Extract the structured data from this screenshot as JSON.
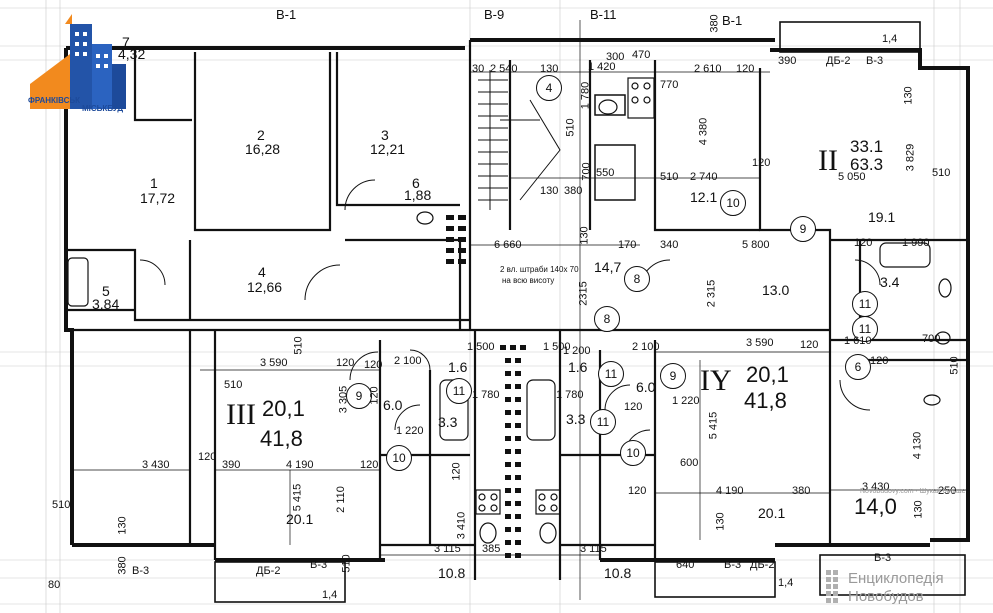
{
  "logo": {
    "line1": "ФРАНКІВСЬК",
    "line2": "МІСЬКБУД"
  },
  "watermark": {
    "line1": "Енциклопедія",
    "line2": "Новобудов",
    "credit": "Novobudovy.com · Шукай більше"
  },
  "axes": [
    {
      "id": "b9",
      "text": "В-9"
    },
    {
      "id": "b11",
      "text": "В-11"
    },
    {
      "id": "b1a",
      "text": "В-1"
    },
    {
      "id": "b1b",
      "text": "В-1"
    },
    {
      "id": "db2a",
      "text": "ДБ-2"
    },
    {
      "id": "b3a",
      "text": "В-3"
    },
    {
      "id": "b3b",
      "text": "В-3"
    },
    {
      "id": "db2b",
      "text": "ДБ-2"
    },
    {
      "id": "b3c",
      "text": "В-3"
    },
    {
      "id": "b3d",
      "text": "В-3"
    },
    {
      "id": "db2c",
      "text": "ДБ-2"
    },
    {
      "id": "b3e",
      "text": "В-3"
    }
  ],
  "rooms_top_left": [
    {
      "id": "r7",
      "num": "7",
      "area": "4,32"
    },
    {
      "id": "r2",
      "num": "2",
      "area": "16,28"
    },
    {
      "id": "r3",
      "num": "3",
      "area": "12,21"
    },
    {
      "id": "r1",
      "num": "1",
      "area": "17,72"
    },
    {
      "id": "r6",
      "num": "6",
      "area": "1,88"
    },
    {
      "id": "r4",
      "num": "4",
      "area": "12,66"
    },
    {
      "id": "r5",
      "num": "5",
      "area": "3,84"
    }
  ],
  "apartments": [
    {
      "id": "ap2",
      "roman": "II",
      "living": "33.1",
      "total": "63.3"
    },
    {
      "id": "ap3",
      "roman": "III",
      "living": "20,1",
      "total": "41,8"
    },
    {
      "id": "ap4",
      "roman": "IY",
      "living": "20,1",
      "total": "41,8"
    }
  ],
  "areas": [
    {
      "id": "a12",
      "text": "12.1"
    },
    {
      "id": "a19",
      "text": "19.1"
    },
    {
      "id": "a14",
      "text": "14,7"
    },
    {
      "id": "a13",
      "text": "13.0"
    },
    {
      "id": "a34",
      "text": "3.4"
    },
    {
      "id": "a60l",
      "text": "6.0"
    },
    {
      "id": "a60r",
      "text": "6.0"
    },
    {
      "id": "a16l",
      "text": "1.6"
    },
    {
      "id": "a16r",
      "text": "1.6"
    },
    {
      "id": "a33l",
      "text": "3.3"
    },
    {
      "id": "a33r",
      "text": "3.3"
    },
    {
      "id": "a201l",
      "text": "20.1"
    },
    {
      "id": "a201r",
      "text": "20.1"
    },
    {
      "id": "a108l",
      "text": "10.8"
    },
    {
      "id": "a108r",
      "text": "10.8"
    },
    {
      "id": "a140",
      "text": "14,0"
    }
  ],
  "circles": [
    {
      "id": "c4",
      "text": "4"
    },
    {
      "id": "c10a",
      "text": "10"
    },
    {
      "id": "c9a",
      "text": "9"
    },
    {
      "id": "c8a",
      "text": "8"
    },
    {
      "id": "c8b",
      "text": "8"
    },
    {
      "id": "c11a",
      "text": "11"
    },
    {
      "id": "c11b",
      "text": "11"
    },
    {
      "id": "c6",
      "text": "6"
    },
    {
      "id": "c9b",
      "text": "9"
    },
    {
      "id": "c10b",
      "text": "10"
    },
    {
      "id": "c11c",
      "text": "11"
    },
    {
      "id": "c9c",
      "text": "9"
    },
    {
      "id": "c11d",
      "text": "11"
    },
    {
      "id": "c11e",
      "text": "11"
    },
    {
      "id": "c10c",
      "text": "10"
    }
  ],
  "dimensions": [
    {
      "id": "d30",
      "text": "30"
    },
    {
      "id": "d2540",
      "text": "2 540"
    },
    {
      "id": "d130a",
      "text": "130"
    },
    {
      "id": "d1420",
      "text": "1 420"
    },
    {
      "id": "d300",
      "text": "300"
    },
    {
      "id": "d470",
      "text": "470"
    },
    {
      "id": "d2610",
      "text": "2 610"
    },
    {
      "id": "d120a",
      "text": "120"
    },
    {
      "id": "d390a",
      "text": "390"
    },
    {
      "id": "d14a",
      "text": "1,4"
    },
    {
      "id": "d380a",
      "text": "380"
    },
    {
      "id": "d1780",
      "text": "1 780"
    },
    {
      "id": "d770",
      "text": "770"
    },
    {
      "id": "d510a",
      "text": "510"
    },
    {
      "id": "d4380",
      "text": "4 380"
    },
    {
      "id": "d130b",
      "text": "130"
    },
    {
      "id": "d700",
      "text": "700"
    },
    {
      "id": "d550",
      "text": "550"
    },
    {
      "id": "d510b",
      "text": "510"
    },
    {
      "id": "d2740",
      "text": "2 740"
    },
    {
      "id": "d120b",
      "text": "120"
    },
    {
      "id": "d5050",
      "text": "5 050"
    },
    {
      "id": "d510c",
      "text": "510"
    },
    {
      "id": "d3829",
      "text": "3 829"
    },
    {
      "id": "d130c",
      "text": "130"
    },
    {
      "id": "d380b",
      "text": "380"
    },
    {
      "id": "d130d",
      "text": "130"
    },
    {
      "id": "d6660",
      "text": "6 660"
    },
    {
      "id": "d170",
      "text": "170"
    },
    {
      "id": "d340",
      "text": "340"
    },
    {
      "id": "d5800",
      "text": "5 800"
    },
    {
      "id": "d120c",
      "text": "120"
    },
    {
      "id": "d1990",
      "text": "1 990"
    },
    {
      "id": "d2315a",
      "text": "2315"
    },
    {
      "id": "d2315b",
      "text": "2 315"
    },
    {
      "id": "d510d",
      "text": "510"
    },
    {
      "id": "d3590l",
      "text": "3 590"
    },
    {
      "id": "d510e",
      "text": "510"
    },
    {
      "id": "d120d",
      "text": "120"
    },
    {
      "id": "d2100l",
      "text": "2 100"
    },
    {
      "id": "d1500",
      "text": "1 500"
    },
    {
      "id": "d1500b",
      "text": "1 500"
    },
    {
      "id": "d2100r",
      "text": "2 100"
    },
    {
      "id": "d3590r",
      "text": "3 590"
    },
    {
      "id": "d120e",
      "text": "120"
    },
    {
      "id": "d1610",
      "text": "1 610"
    },
    {
      "id": "d120f",
      "text": "120"
    },
    {
      "id": "d700b",
      "text": "700"
    },
    {
      "id": "d510f",
      "text": "510"
    },
    {
      "id": "d3305",
      "text": "3 305"
    },
    {
      "id": "d120g",
      "text": "120"
    },
    {
      "id": "d1220",
      "text": "1 220"
    },
    {
      "id": "d1780b",
      "text": "1 780"
    },
    {
      "id": "d1780c",
      "text": "1 780"
    },
    {
      "id": "d1220b",
      "text": "1 220"
    },
    {
      "id": "d3430l",
      "text": "3 430"
    },
    {
      "id": "d390b",
      "text": "390"
    },
    {
      "id": "d4190l",
      "text": "4 190"
    },
    {
      "id": "d120h",
      "text": "120"
    },
    {
      "id": "d600",
      "text": "600"
    },
    {
      "id": "d5415l",
      "text": "5 415"
    },
    {
      "id": "d5415r",
      "text": "5 415"
    },
    {
      "id": "d2110",
      "text": "2 110"
    },
    {
      "id": "d4130",
      "text": "4 130"
    },
    {
      "id": "d120i",
      "text": "120"
    },
    {
      "id": "d4190r",
      "text": "4 190"
    },
    {
      "id": "d380c",
      "text": "380"
    },
    {
      "id": "d3430r",
      "text": "3 430"
    },
    {
      "id": "d250",
      "text": "250"
    },
    {
      "id": "d120j",
      "text": "120"
    },
    {
      "id": "d3410",
      "text": "3 410"
    },
    {
      "id": "d3115l",
      "text": "3 115"
    },
    {
      "id": "d3115r",
      "text": "3 115"
    },
    {
      "id": "d385",
      "text": "385"
    },
    {
      "id": "d130e",
      "text": "130"
    },
    {
      "id": "d130f",
      "text": "130"
    },
    {
      "id": "d380d",
      "text": "380"
    },
    {
      "id": "d640",
      "text": "640"
    },
    {
      "id": "d14b",
      "text": "1,4"
    },
    {
      "id": "d14c",
      "text": "1,4"
    },
    {
      "id": "d80",
      "text": "80"
    },
    {
      "id": "d510g",
      "text": "510"
    },
    {
      "id": "d120k",
      "text": "120"
    },
    {
      "id": "d120l",
      "text": "120"
    },
    {
      "id": "d510h",
      "text": "510"
    },
    {
      "id": "d130g",
      "text": "130"
    },
    {
      "id": "d120m",
      "text": "120"
    },
    {
      "id": "d1200",
      "text": "1 200"
    }
  ],
  "note": {
    "line1": "2 вл. штраби 140х 70",
    "line2": "на всю висоту"
  }
}
